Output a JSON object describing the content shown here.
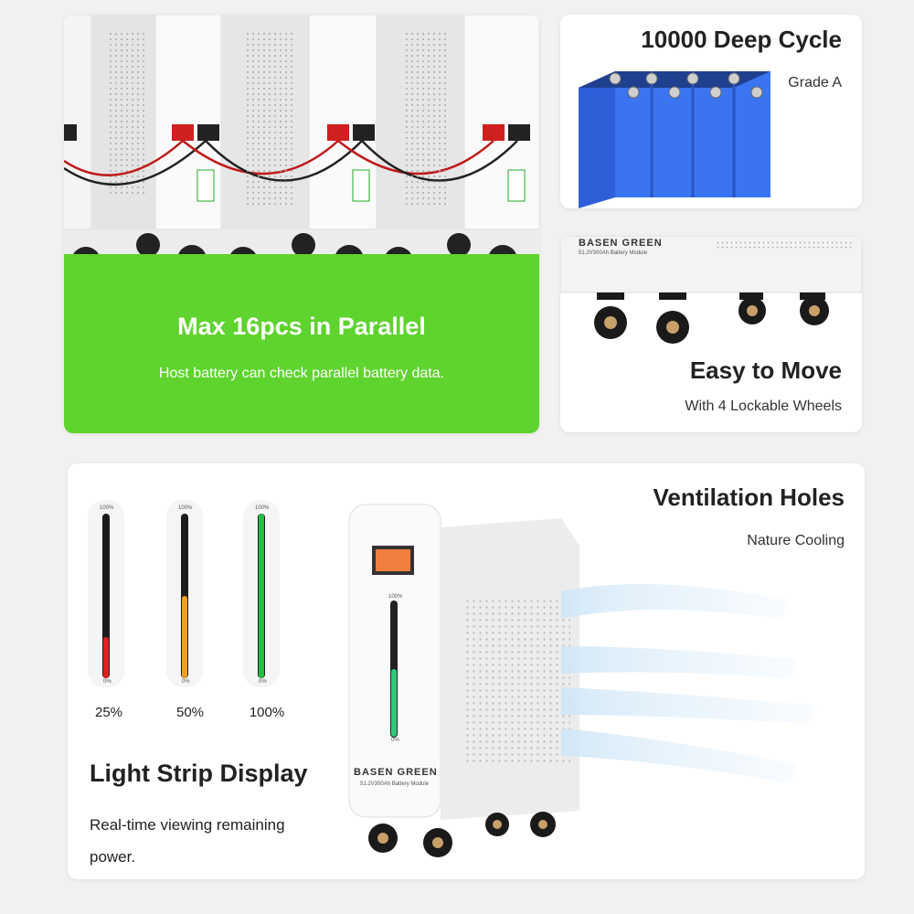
{
  "parallel": {
    "title": "Max 16pcs in Parallel",
    "subtitle": "Host battery can check parallel battery data."
  },
  "cycle": {
    "title": "10000 Deep Cycle",
    "subtitle": "Grade A"
  },
  "move": {
    "title": "Easy to Move",
    "subtitle": "With 4 Lockable Wheels",
    "module_label": "51.2V300Ah Battery Module",
    "brand": "BASEN GREEN"
  },
  "ventilation": {
    "title": "Ventilation Holes",
    "subtitle": "Nature Cooling"
  },
  "light_strip": {
    "title": "Light Strip Display",
    "subtitle": "Real-time viewing remaining power.",
    "top_mark": "100%",
    "bottom_mark": "0%",
    "strips": [
      {
        "label": "25%",
        "level": 0.25,
        "color": "#e02020"
      },
      {
        "label": "50%",
        "level": 0.5,
        "color": "#f0a020"
      },
      {
        "label": "100%",
        "level": 1.0,
        "color": "#20c040"
      }
    ]
  },
  "battery": {
    "brand": "BASEN GREEN",
    "module_label": "51.2V300Ah Battery Module"
  }
}
